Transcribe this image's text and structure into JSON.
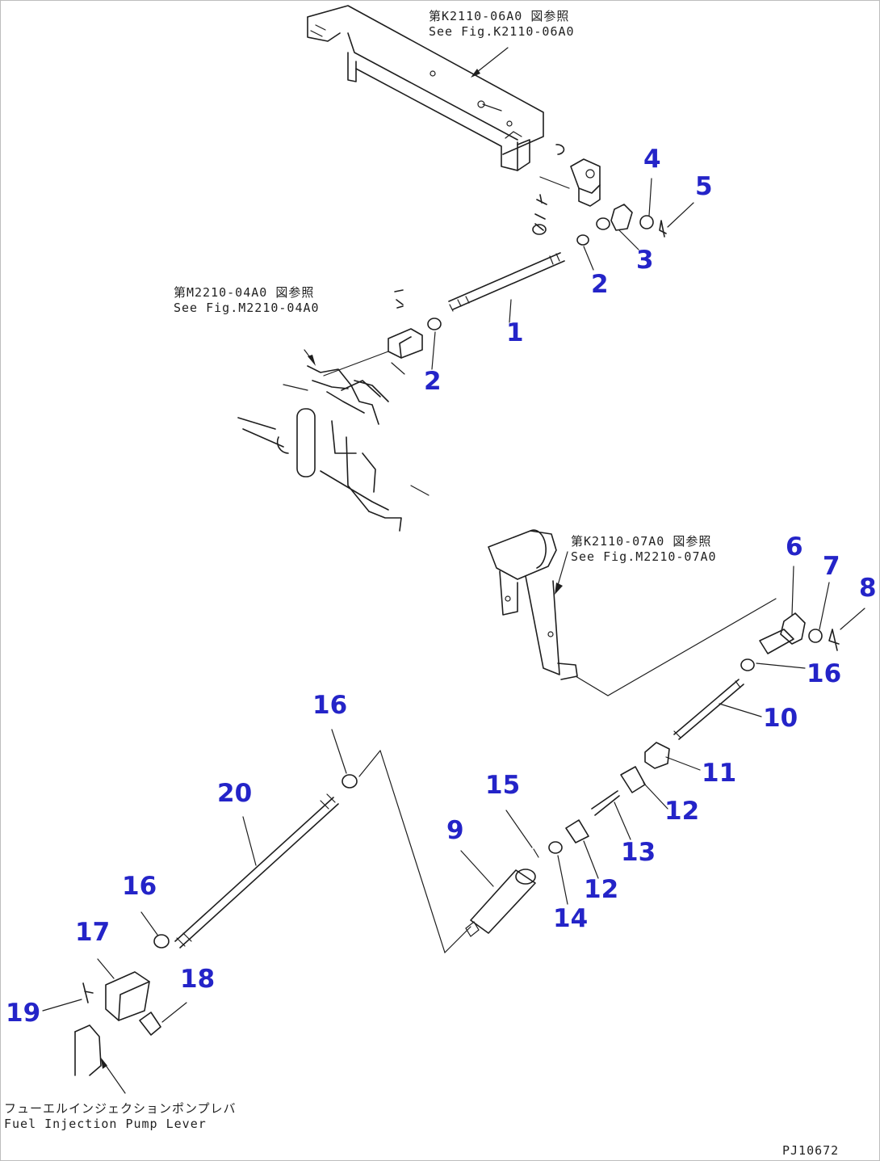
{
  "notes": {
    "frame_top": {
      "jp": "第K2110-06A0 図参照",
      "en": "See Fig.K2110-06A0"
    },
    "governor": {
      "jp": "第M2210-04A0 図参照",
      "en": "See Fig.M2210-04A0"
    },
    "pedal": {
      "jp": "第K2110-07A0 図参照",
      "en": "See Fig.M2210-07A0"
    },
    "pump_lever": {
      "jp": "フューエルインジェクションポンプレバ",
      "en": "Fuel Injection Pump Lever"
    }
  },
  "drawing_code": "PJ10672",
  "callouts": [
    {
      "part": "1",
      "label": "1"
    },
    {
      "part": "2",
      "label": "2"
    },
    {
      "part": "2",
      "label": "2"
    },
    {
      "part": "3",
      "label": "3"
    },
    {
      "part": "4",
      "label": "4"
    },
    {
      "part": "5",
      "label": "5"
    },
    {
      "part": "6",
      "label": "6"
    },
    {
      "part": "7",
      "label": "7"
    },
    {
      "part": "8",
      "label": "8"
    },
    {
      "part": "9",
      "label": "9"
    },
    {
      "part": "10",
      "label": "10"
    },
    {
      "part": "11",
      "label": "11"
    },
    {
      "part": "12",
      "label": "12"
    },
    {
      "part": "12",
      "label": "12"
    },
    {
      "part": "13",
      "label": "13"
    },
    {
      "part": "14",
      "label": "14"
    },
    {
      "part": "15",
      "label": "15"
    },
    {
      "part": "16",
      "label": "16"
    },
    {
      "part": "16",
      "label": "16"
    },
    {
      "part": "16",
      "label": "16"
    },
    {
      "part": "17",
      "label": "17"
    },
    {
      "part": "18",
      "label": "18"
    },
    {
      "part": "19",
      "label": "19"
    },
    {
      "part": "20",
      "label": "20"
    }
  ],
  "colors": {
    "callout": "#2424c8",
    "ink": "#1e1e1e",
    "background": "#ffffff"
  }
}
